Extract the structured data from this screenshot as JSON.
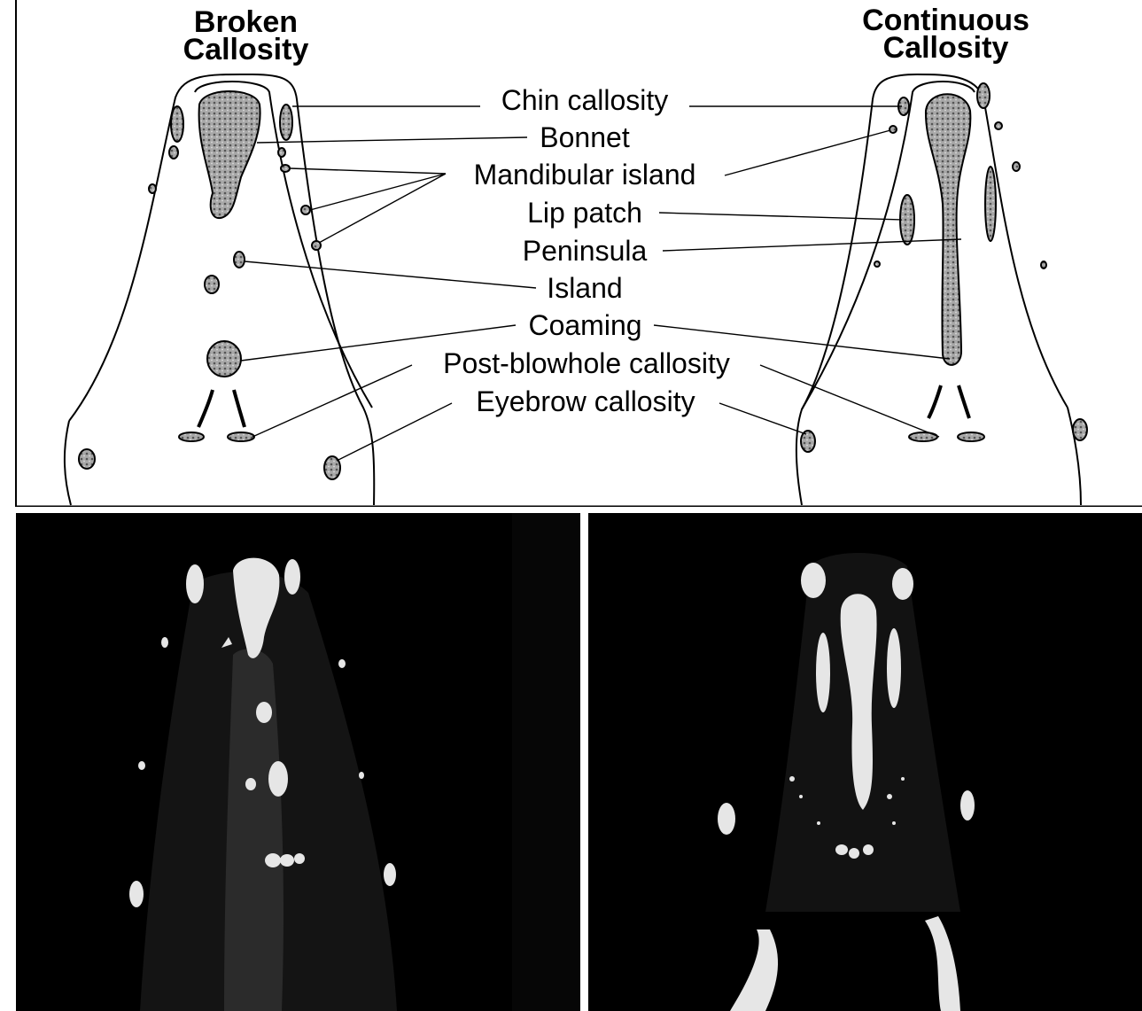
{
  "titles": {
    "broken": "Broken\nCallosity",
    "continuous": "Continuous\nCallosity"
  },
  "labels": [
    "Chin callosity",
    "Bonnet",
    "Mandibular island",
    "Lip patch",
    "Peninsula",
    "Island",
    "Coaming",
    "Post-blowhole callosity",
    "Eyebrow callosity"
  ],
  "colors": {
    "line": "#000000",
    "callosity_fill": "#9a9a9a",
    "photo_background": "#000000",
    "callosity_photo": "#e6e6e6"
  }
}
